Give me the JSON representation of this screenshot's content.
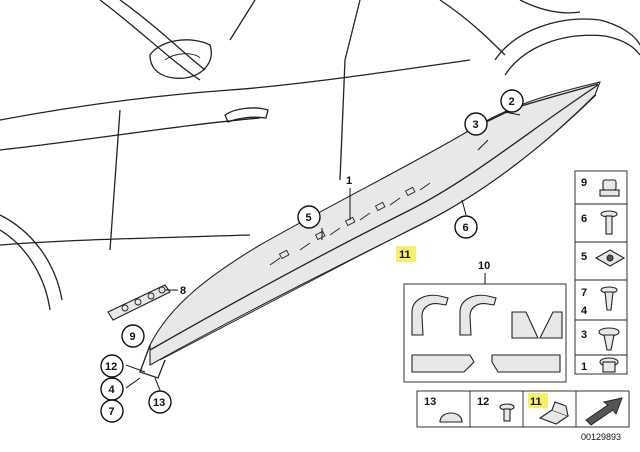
{
  "callouts": {
    "c1": "1",
    "c2": "2",
    "c3": "3",
    "c4": "4",
    "c5": "5",
    "c6": "6",
    "c7": "7",
    "c8": "8",
    "c9": "9",
    "c10": "10",
    "c11": "11",
    "c12": "12",
    "c13": "13"
  },
  "fastener_panel": {
    "rows": [
      "9",
      "6",
      "5",
      "7",
      "4",
      "3",
      "1"
    ]
  },
  "bottom_panel": {
    "items": [
      "13",
      "12",
      "11"
    ]
  },
  "diagram_id": "00129893",
  "colors": {
    "highlight": "#f5f06a",
    "line": "#222222"
  }
}
